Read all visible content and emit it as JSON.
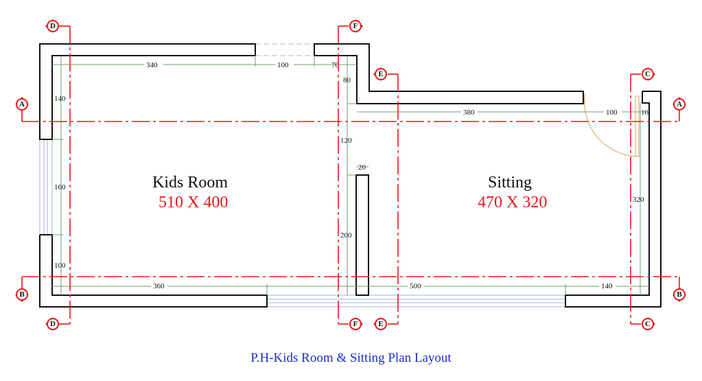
{
  "caption": "P.H-Kids Room & Sitting Plan Layout",
  "rooms": {
    "kids_room": {
      "name": "Kids Room",
      "size": "510 X 400"
    },
    "sitting": {
      "name": "Sitting",
      "size": "470 X 320"
    }
  },
  "dimensions": {
    "top_kids_wall": "340",
    "top_opening": "100",
    "top_return": "70",
    "step_height": "80",
    "sitting_top_wall": "380",
    "door_opening": "100",
    "door_jamb": "10",
    "left_upper": "140",
    "left_window": "160",
    "left_lower": "100",
    "partition_gap": "120",
    "partition_width": "20",
    "partition_length": "200",
    "right_wall": "320",
    "bottom_left": "360",
    "bottom_window": "500",
    "bottom_right": "140"
  },
  "grid_axes": {
    "A": "A",
    "B": "B",
    "C": "C",
    "D": "D",
    "E": "E",
    "F": "F"
  },
  "colors": {
    "wall": "#111111",
    "axis": "#e41a1a",
    "dimension": "#6aa06a",
    "window": "#9db3e6",
    "door": "#e0a060",
    "room_size": "#e41a1a",
    "caption": "#1a2fc9"
  }
}
